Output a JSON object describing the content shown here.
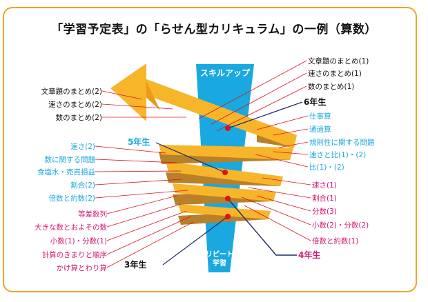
{
  "title": "「学習予定表」の「らせん型カリキュラム」の一例（算数）",
  "tower": {
    "top_label": "スキルアップ",
    "bottom_label_line1": "リピート",
    "bottom_label_line2": "学習"
  },
  "grades": {
    "g6": "6年生",
    "g5": "5年生",
    "g4": "4年生",
    "g3": "3年生"
  },
  "left_top": [
    "文章題のまとめ(2)",
    "速さのまとめ(2)",
    "数のまとめ(2)"
  ],
  "left_blue": [
    "速さ(2)",
    "数に関する問題",
    "食塩水・売買損益",
    "割合(2)",
    "倍数と約数(2)"
  ],
  "left_pink": [
    "等差数列",
    "大きな数とおよその数",
    "小数(1)・分数(1)",
    "計算のきまりと順序",
    "かけ算とわり算"
  ],
  "right_top": [
    "文章題のまとめ(1)",
    "速さのまとめ(1)",
    "数のまとめ(1)"
  ],
  "right_blue": [
    "仕事算",
    "通過算",
    "規則性に関する問題",
    "速さと比(1)・(2)",
    "比(1)・(2)"
  ],
  "right_pink": [
    "速さ(1)",
    "割合(1)",
    "分数(3)",
    "小数(2)・分数(2)",
    "倍数と約数(1)"
  ],
  "colors": {
    "orange": "#f0a320",
    "blue": "#1aa8e0",
    "navy": "#1c2a6e",
    "magenta": "#d4176e",
    "red": "#e0101c",
    "ribbon": "#f7b52a",
    "ribbon_dark": "#b9802a"
  }
}
